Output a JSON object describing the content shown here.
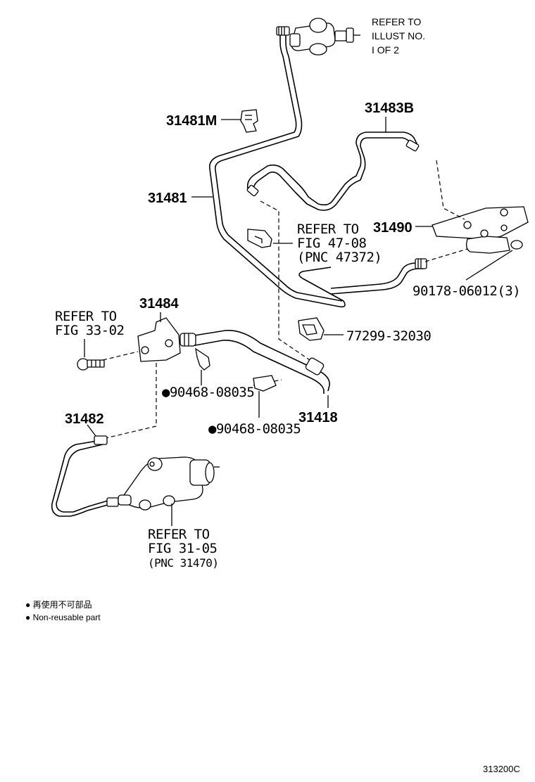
{
  "labels": {
    "p31481M": "31481M",
    "p31483B": "31483B",
    "p31481": "31481",
    "p31490": "31490",
    "p90178": "90178-06012(3)",
    "p77299": "77299-32030",
    "p31484": "31484",
    "p31418": "31418",
    "p31482": "31482",
    "p90468a": "●90468-08035",
    "p90468b": "●90468-08035"
  },
  "references": {
    "illust_line1": "REFER TO",
    "illust_line2": "ILLUST NO.",
    "illust_line3": "I OF 2",
    "fig4708_line1": "REFER TO",
    "fig4708_line2": "FIG 47-08",
    "fig4708_line3": "(PNC 47372)",
    "fig3302_line1": "REFER TO",
    "fig3302_line2": "FIG 33-02",
    "fig3105_line1": "REFER TO",
    "fig3105_line2": "FIG 31-05",
    "fig3105_line3": "(PNC 31470)"
  },
  "legend": {
    "jp": "● 再使用不可部品",
    "en": "● Non-reusable part"
  },
  "figure_code": "313200C"
}
